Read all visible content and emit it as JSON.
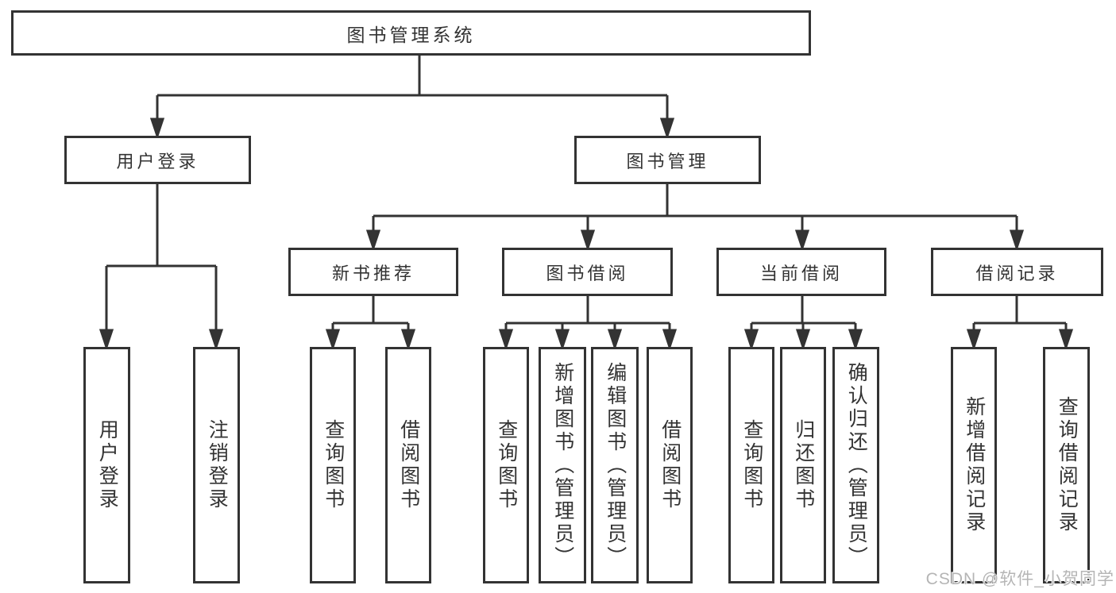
{
  "diagram": {
    "root": "图书管理系统",
    "branches": {
      "user_login": {
        "label": "用户登录",
        "children": [
          "用户登录",
          "注销登录"
        ]
      },
      "book_management": {
        "label": "图书管理",
        "sections": {
          "new_book_recommend": {
            "label": "新书推荐",
            "children": [
              "查询图书",
              "借阅图书"
            ]
          },
          "book_borrow": {
            "label": "图书借阅",
            "children": [
              "查询图书",
              "新增图书（管理员）",
              "编辑图书（管理员）",
              "借阅图书"
            ]
          },
          "current_borrow": {
            "label": "当前借阅",
            "children": [
              "查询图书",
              "归还图书",
              "确认归还（管理员）"
            ]
          },
          "borrow_records": {
            "label": "借阅记录",
            "children": [
              "新增借阅记录",
              "查询借阅记录"
            ]
          }
        }
      }
    }
  },
  "watermark": "CSDN @软件_小贺同学",
  "colors": {
    "line": "#333333",
    "text": "#333333",
    "box_background": "#ffffff",
    "watermark": "#b5b5b5"
  }
}
